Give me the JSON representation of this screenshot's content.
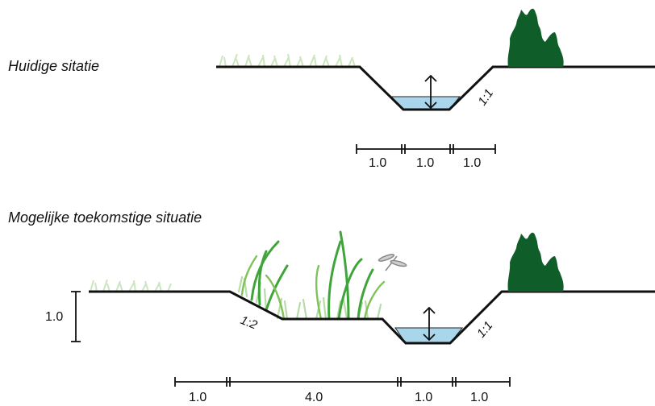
{
  "current": {
    "title": "Huidige sitatie",
    "slope_label": "1:1",
    "dimensions": [
      "1.0",
      "1.0",
      "1.0"
    ]
  },
  "future": {
    "title": "Mogelijke toekomstige situatie",
    "slope_left_label": "1:2",
    "slope_right_label": "1:1",
    "height_label": "1.0",
    "dimensions": [
      "1.0",
      "4.0",
      "1.0",
      "1.0"
    ]
  },
  "colors": {
    "water": "#a9d6ea",
    "bush": "#0f5e2a",
    "grass_light": "#b7dca8",
    "grass_dark": "#3fa43a",
    "line": "#111111"
  }
}
